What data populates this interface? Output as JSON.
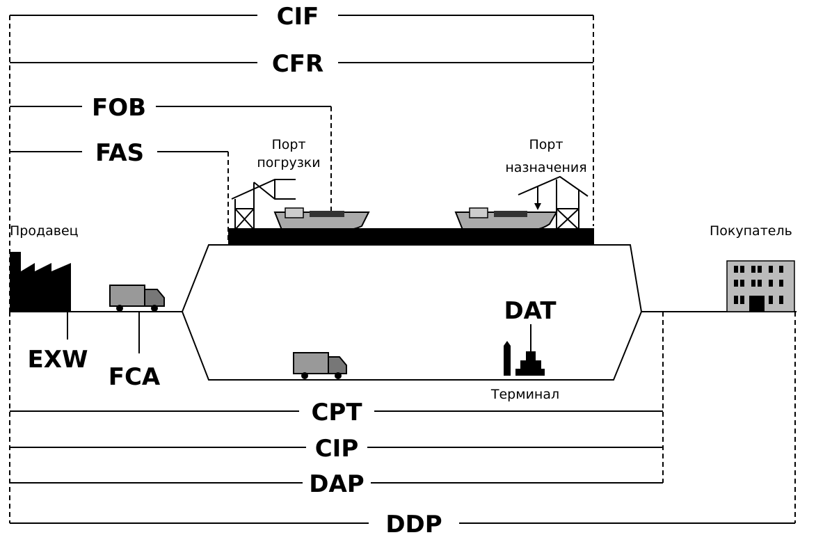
{
  "terms": {
    "cif": "CIF",
    "cfr": "CFR",
    "fob": "FOB",
    "fas": "FAS",
    "exw": "EXW",
    "fca": "FCA",
    "dat": "DAT",
    "cpt": "CPT",
    "cip": "CIP",
    "dap": "DAP",
    "ddp": "DDP"
  },
  "labels": {
    "seller": "Продавец",
    "buyer": "Покупатель",
    "port_loading_line1": "Порт",
    "port_loading_line2": "погрузки",
    "port_destination_line1": "Порт",
    "port_destination_line2": "назначения",
    "terminal": "Терминал"
  },
  "icons": {
    "factory": "factory-icon",
    "truck": "truck-icon",
    "crane": "crane-icon",
    "ship": "ship-icon",
    "building": "building-icon",
    "terminal": "terminal-icon"
  }
}
